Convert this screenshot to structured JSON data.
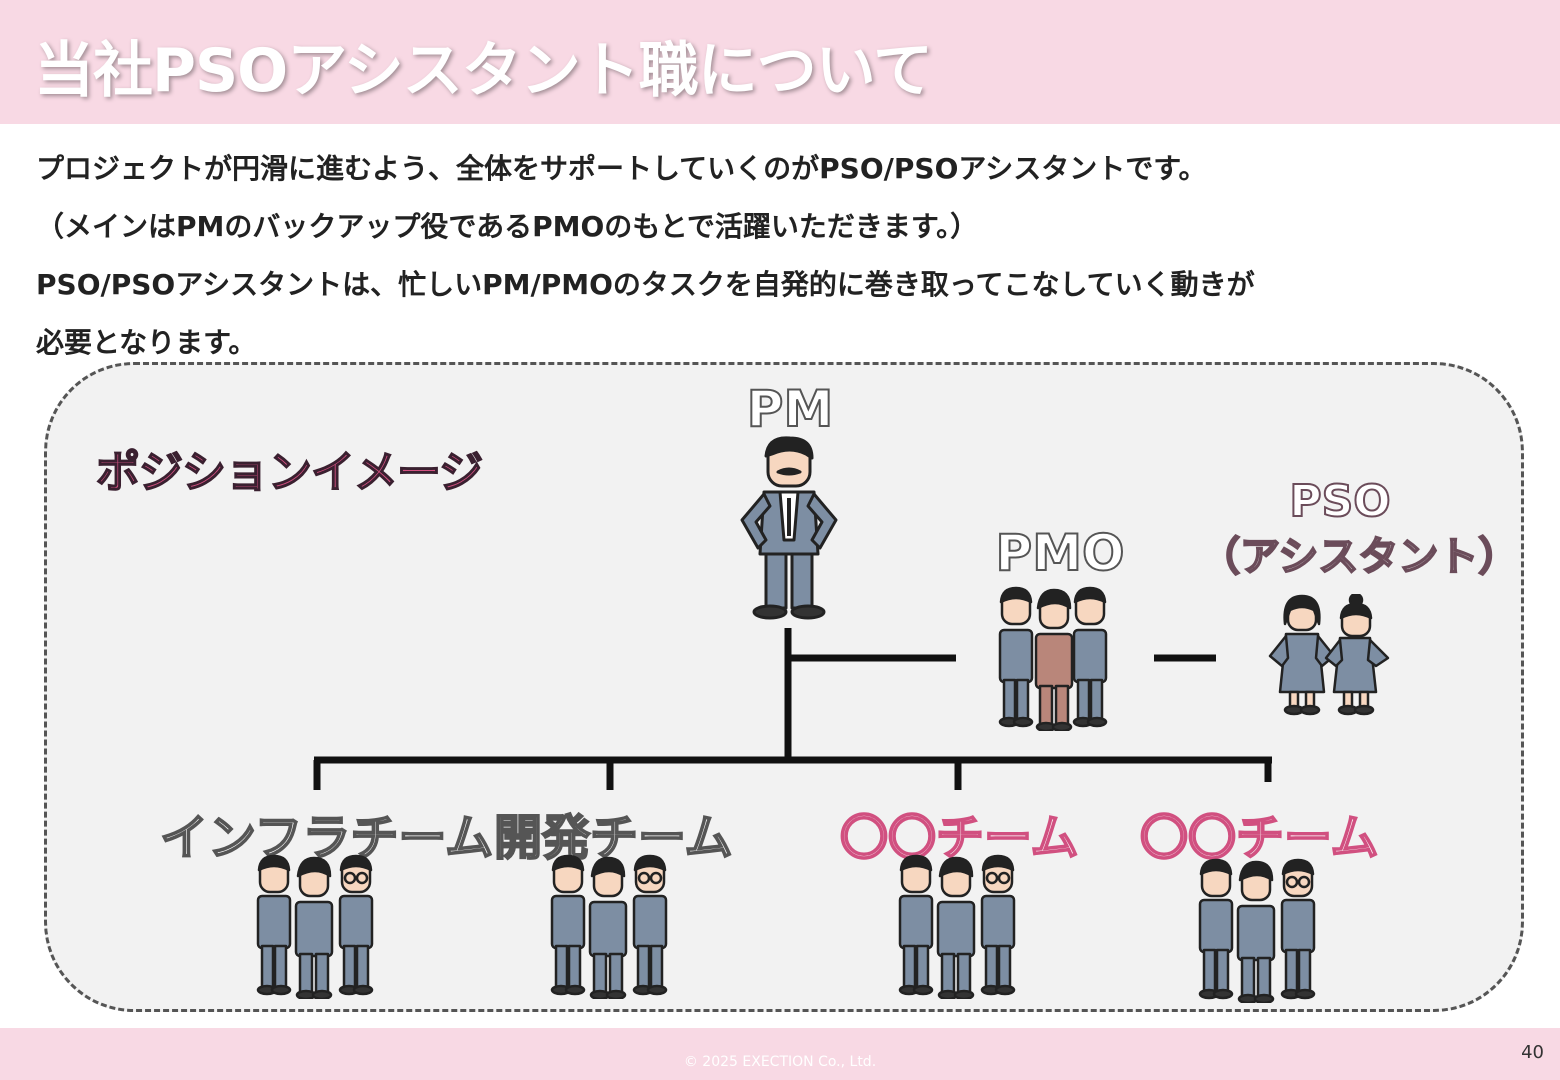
{
  "header": {
    "title": "当社PSOアシスタント職について"
  },
  "intro": {
    "lines": [
      "プロジェクトが円滑に進むよう、全体をサポートしていくのがPSO/PSOアシスタントです。",
      "（メインはPMのバックアップ役であるPMOのもとで活躍いただきます。）",
      "PSO/PSOアシスタントは、忙しいPM/PMOのタスクを自発的に巻き取ってこなしていく動きが",
      "必要となります。"
    ]
  },
  "diagram": {
    "title": "ポジションイメージ",
    "pm_label": "PM",
    "pmo_label": "PMO",
    "pso_label": "PSO",
    "pso_sub_label": "（アシスタント）",
    "teams": [
      "インフラチーム",
      "開発チーム",
      "〇〇チーム",
      "〇〇チーム"
    ]
  },
  "colors": {
    "header": "#f8d9e4",
    "accent": "#d15080",
    "suit": "#7d8ea3",
    "pmo_lead_suit": "#b9867a"
  },
  "footer": {
    "copyright": "© 2025 EXECTION Co., Ltd.",
    "page": "40"
  }
}
